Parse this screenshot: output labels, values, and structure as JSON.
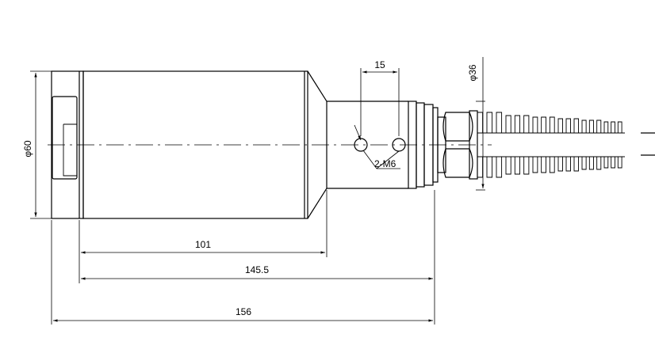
{
  "dimensions": {
    "d60": "φ60",
    "d36": "φ36",
    "l15": "15",
    "holes": "2-M6",
    "l101": "101",
    "l145": "145.5",
    "l156": "156"
  },
  "colors": {
    "line": "#000000",
    "background": "#ffffff"
  }
}
